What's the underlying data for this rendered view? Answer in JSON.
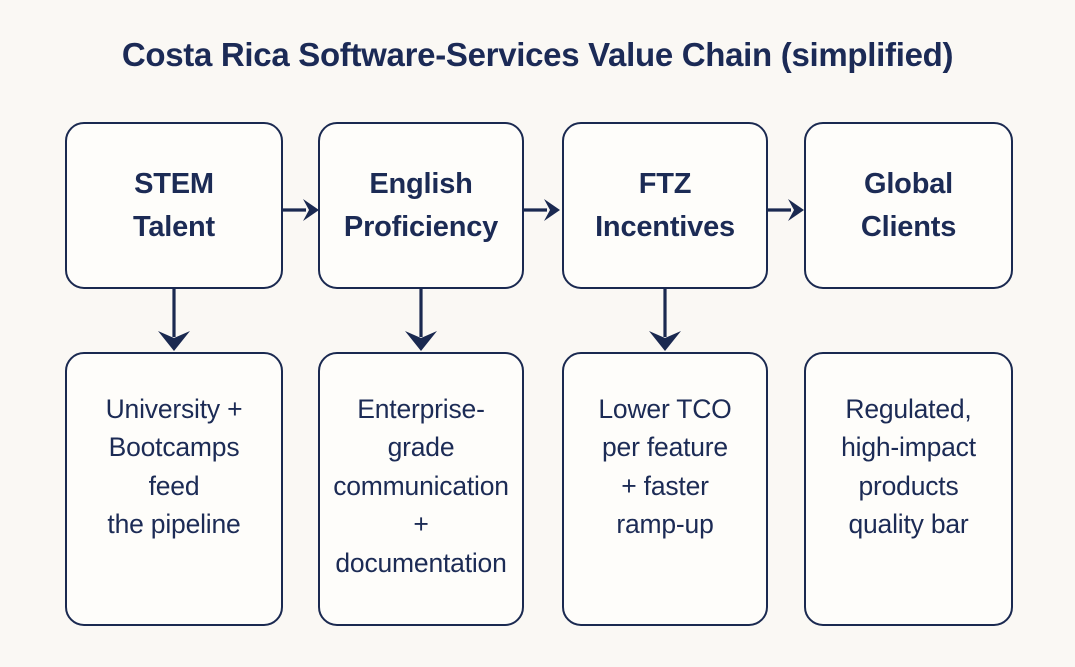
{
  "title": "Costa Rica Software-Services Value Chain (simplified)",
  "colors": {
    "background": "#faf8f4",
    "box_fill": "#fefdfa",
    "navy": "#1b2a52"
  },
  "chain": {
    "columns": [
      {
        "stage": "STEM\nTalent",
        "detail": "University +\nBootcamps\nfeed\nthe pipeline"
      },
      {
        "stage": "English\nProficiency",
        "detail": "Enterprise-\ngrade\ncommunication\n+\ndocumentation"
      },
      {
        "stage": "FTZ\nIncentives",
        "detail": "Lower TCO\nper feature\n+ faster\nramp-up"
      },
      {
        "stage": "Global\nClients",
        "detail": "Regulated,\nhigh-impact\nproducts\nquality bar"
      }
    ]
  }
}
